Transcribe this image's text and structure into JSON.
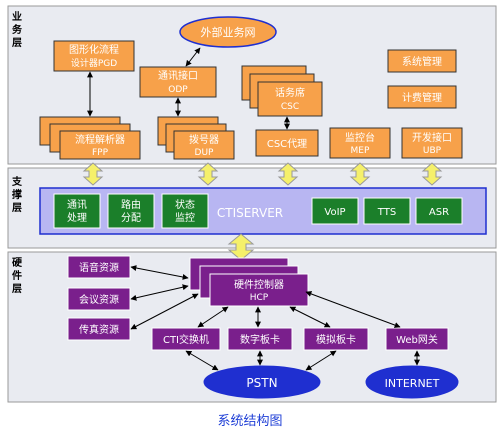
{
  "layers": {
    "business": "业务层",
    "support": "支撑层",
    "hardware": "硬件层"
  },
  "business": {
    "external": "外部业务网",
    "pgd": [
      "图形化流程",
      "设计器PGD"
    ],
    "odp": [
      "通讯接口",
      "ODP"
    ],
    "csc": [
      "话务席",
      "CSC"
    ],
    "sys_mgmt": "系统管理",
    "billing": "计费管理",
    "fpp": [
      "流程解析器",
      "FPP"
    ],
    "dup": [
      "拨号器",
      "DUP"
    ],
    "csc_proxy": "CSC代理",
    "mep": [
      "监控台",
      "MEP"
    ],
    "ubp": [
      "开发接口",
      "UBP"
    ]
  },
  "support": {
    "title": "CTISERVER",
    "comm": [
      "通讯",
      "处理"
    ],
    "route": [
      "路由",
      "分配"
    ],
    "status": [
      "状态",
      "监控"
    ],
    "voip": "VoIP",
    "tts": "TTS",
    "asr": "ASR"
  },
  "hardware": {
    "hcp": [
      "硬件控制器",
      "HCP"
    ],
    "voice": "语音资源",
    "conf": "会议资源",
    "fax": "传真资源",
    "cti_switch": "CTI交换机",
    "digital": "数字板卡",
    "analog": "模拟板卡",
    "web_gw": "Web网关",
    "pstn": "PSTN",
    "internet": "INTERNET"
  },
  "caption": "系统结构图",
  "colors": {
    "orange": "#f7a14a",
    "purple": "#7a1f8c",
    "green": "#1b7f2a",
    "lavender": "#b8b6f2",
    "blue": "#1f2fd0",
    "yellow": "#f5f06a",
    "section": "#e8eaf0"
  }
}
